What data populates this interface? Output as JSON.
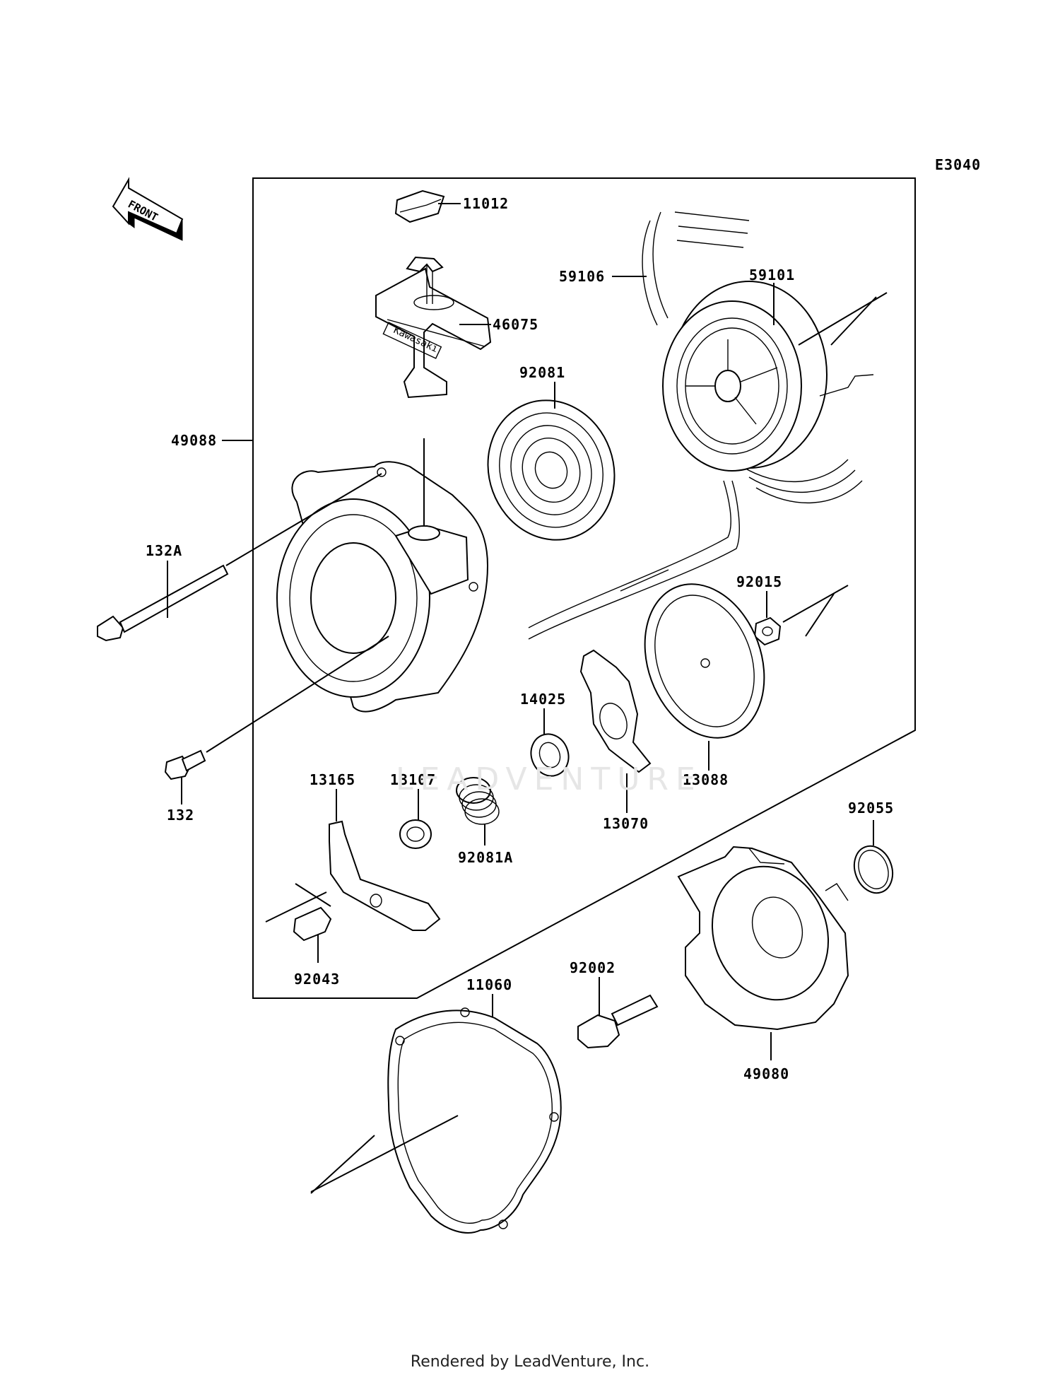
{
  "diagram_code": "E3040",
  "front_label": "FRONT",
  "logo_text": "Kawasaki",
  "watermark": "LEADVENTURE",
  "footer": "Rendered by LeadVenture, Inc.",
  "labels": {
    "p11012": "11012",
    "p46075": "46075",
    "p59106": "59106",
    "p59101": "59101",
    "p92081": "92081",
    "p49088": "49088",
    "p132A": "132A",
    "p92015": "92015",
    "p14025": "14025",
    "p13088": "13088",
    "p132": "132",
    "p13165": "13165",
    "p13107": "13107",
    "p92081A": "92081A",
    "p13070": "13070",
    "p92055": "92055",
    "p92043": "92043",
    "p11060": "11060",
    "p92002": "92002",
    "p49080": "49080"
  }
}
